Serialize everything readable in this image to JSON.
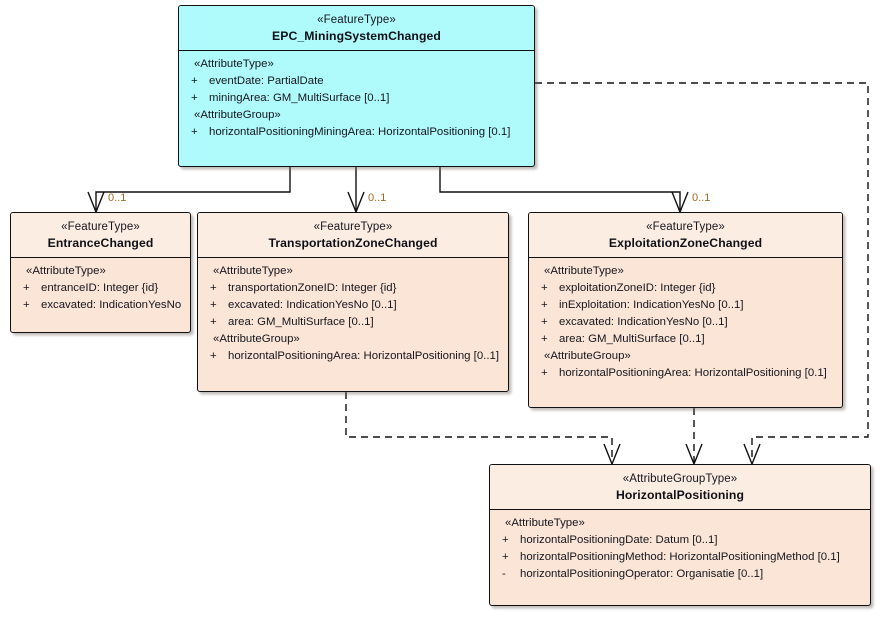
{
  "diagram": {
    "type": "uml-class-diagram",
    "title": "EPC_MiningSystemChanged",
    "colors": {
      "root_fill": "#AFFAFA",
      "class_fill": "#FAE5D6",
      "class_header_fill": "#FBEDE2",
      "border": "#101010",
      "text": "#16161f",
      "multiplicity_text": "#A06A20"
    }
  },
  "classes": {
    "root": {
      "stereotype": "«FeatureType»",
      "name": "EPC_MiningSystemChanged",
      "sections": [
        {
          "group": "«AttributeType»",
          "attributes": [
            {
              "visibility": "+",
              "text": "eventDate: PartialDate"
            },
            {
              "visibility": "+",
              "text": "miningArea: GM_MultiSurface [0..1]"
            }
          ]
        },
        {
          "group": "«AttributeGroup»",
          "attributes": [
            {
              "visibility": "+",
              "text": "horizontalPositioningMiningArea: HorizontalPositioning [0.1]"
            }
          ]
        }
      ]
    },
    "entrance": {
      "stereotype": "«FeatureType»",
      "name": "EntranceChanged",
      "sections": [
        {
          "group": "«AttributeType»",
          "attributes": [
            {
              "visibility": "+",
              "text": "entranceID: Integer {id}"
            },
            {
              "visibility": "+",
              "text": "excavated: IndicationYesNo"
            }
          ]
        }
      ]
    },
    "transportation": {
      "stereotype": "«FeatureType»",
      "name": "TransportationZoneChanged",
      "sections": [
        {
          "group": "«AttributeType»",
          "attributes": [
            {
              "visibility": "+",
              "text": "transportationZoneID: Integer {id}"
            },
            {
              "visibility": "+",
              "text": "excavated: IndicationYesNo [0..1]"
            },
            {
              "visibility": "+",
              "text": "area: GM_MultiSurface [0..1]"
            }
          ]
        },
        {
          "group": "«AttributeGroup»",
          "attributes": [
            {
              "visibility": "+",
              "text": "horizontalPositioningArea: HorizontalPositioning [0..1]"
            }
          ]
        }
      ]
    },
    "exploitation": {
      "stereotype": "«FeatureType»",
      "name": "ExploitationZoneChanged",
      "sections": [
        {
          "group": "«AttributeType»",
          "attributes": [
            {
              "visibility": "+",
              "text": "exploitationZoneID: Integer {id}"
            },
            {
              "visibility": "+",
              "text": "inExploitation: IndicationYesNo [0..1]"
            },
            {
              "visibility": "+",
              "text": "excavated: IndicationYesNo [0..1]"
            },
            {
              "visibility": "+",
              "text": "area: GM_MultiSurface [0..1]"
            }
          ]
        },
        {
          "group": "«AttributeGroup»",
          "attributes": [
            {
              "visibility": "+",
              "text": "horizontalPositioningArea: HorizontalPositioning [0.1]"
            }
          ]
        }
      ]
    },
    "horizontal_positioning": {
      "stereotype": "«AttributeGroupType»",
      "name": "HorizontalPositioning",
      "sections": [
        {
          "group": "«AttributeType»",
          "attributes": [
            {
              "visibility": "+",
              "text": "horizontalPositioningDate: Datum [0..1]"
            },
            {
              "visibility": "+",
              "text": "horizontalPositioningMethod: HorizontalPositioningMethod [0.1]"
            },
            {
              "visibility": "-",
              "text": "horizontalPositioningOperator: Organisatie [0..1]"
            }
          ]
        }
      ]
    }
  },
  "connectors": [
    {
      "id": "root-entrance",
      "kind": "association",
      "multiplicity": "0..1"
    },
    {
      "id": "root-transportation",
      "kind": "association",
      "multiplicity": "0..1"
    },
    {
      "id": "root-exploitation",
      "kind": "association",
      "multiplicity": "0..1"
    },
    {
      "id": "root-hp",
      "kind": "dependency",
      "multiplicity": ""
    },
    {
      "id": "transportation-hp",
      "kind": "dependency",
      "multiplicity": ""
    },
    {
      "id": "exploitation-hp",
      "kind": "dependency",
      "multiplicity": ""
    }
  ]
}
